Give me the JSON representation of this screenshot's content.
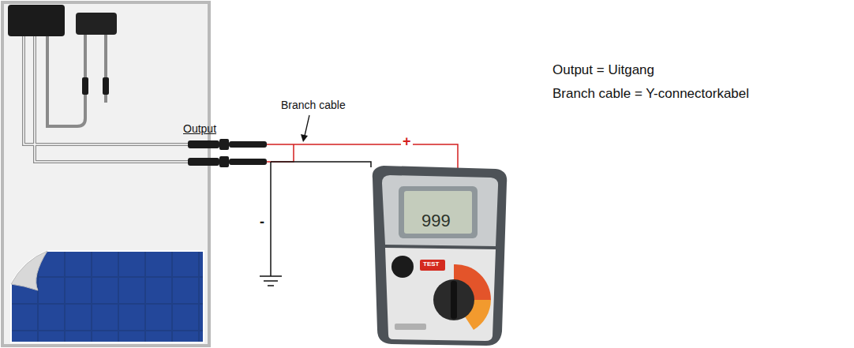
{
  "diagram": {
    "labels": [
      "Output",
      "Branch cable",
      "+",
      "-",
      "999",
      "TEST",
      "Output = Uitgang",
      "Branch cable = Y-connectorkabel"
    ]
  }
}
